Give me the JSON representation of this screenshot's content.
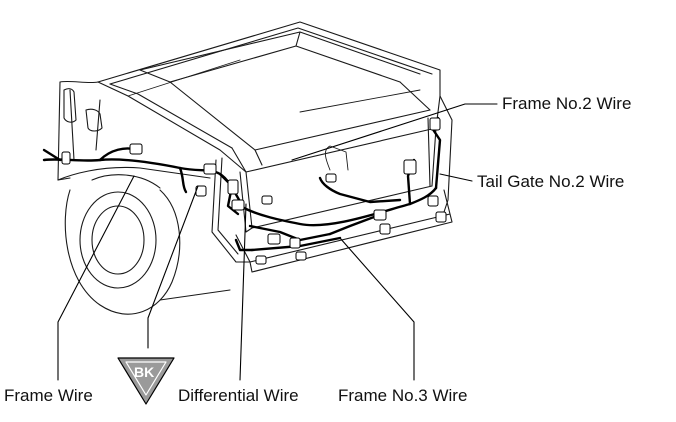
{
  "labels": {
    "frame_no2_wire": "Frame No.2 Wire",
    "tail_gate_no2_wire": "Tail Gate No.2 Wire",
    "frame_wire": "Frame Wire",
    "differential_wire": "Differential Wire",
    "frame_no3_wire": "Frame No.3 Wire",
    "ground_badge": "BK"
  },
  "colors": {
    "line": "#1a1a1a",
    "wire": "#000000",
    "badge_fill": "#9a9a9a",
    "background": "#ffffff"
  }
}
